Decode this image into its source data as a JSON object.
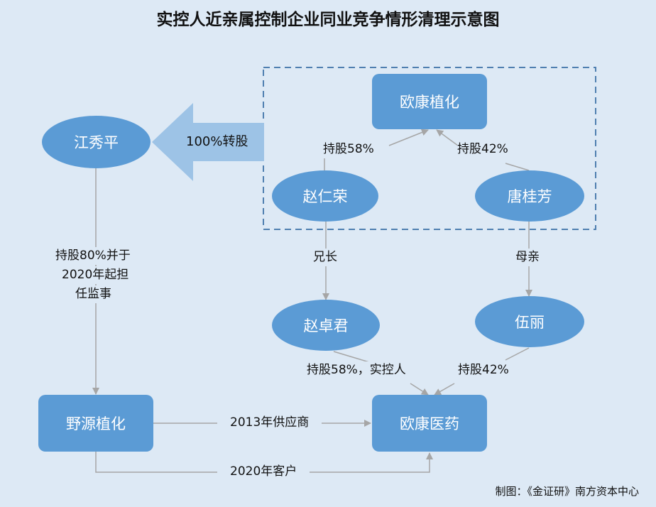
{
  "title": "实控人近亲属控制企业同业竞争情形清理示意图",
  "nodes": {
    "oukang_zhihua": "欧康植化",
    "jiang_xiuping": "江秀平",
    "zhao_renrong": "赵仁荣",
    "tang_guifang": "唐桂芳",
    "zhao_zhuojun": "赵卓君",
    "wu_li": "伍丽",
    "yeyuan_zhihua": "野源植化",
    "oukang_yiyao": "欧康医药"
  },
  "edges": {
    "transfer": "100%转股",
    "zhao_to_oukang_zhihua": "持股58%",
    "tang_to_oukang_zhihua": "持股42%",
    "jiang_to_yeyuan_line1": "持股80%并于",
    "jiang_to_yeyuan_line2": "2020年起担",
    "jiang_to_yeyuan_line3": "任监事",
    "brother": "兄长",
    "mother": "母亲",
    "zhuojun_to_yiyao": "持股58%，实控人",
    "wuli_to_yiyao": "持股42%",
    "supplier": "2013年供应商",
    "customer": "2020年客户"
  },
  "credit": "制图：《金证研》南方资本中心",
  "colors": {
    "background": "#dde9f5",
    "node_fill": "#5b9bd5",
    "arrow_fill": "#9dc3e6",
    "line": "#a6a6a6",
    "dashed_frame": "#4f7fb0"
  }
}
